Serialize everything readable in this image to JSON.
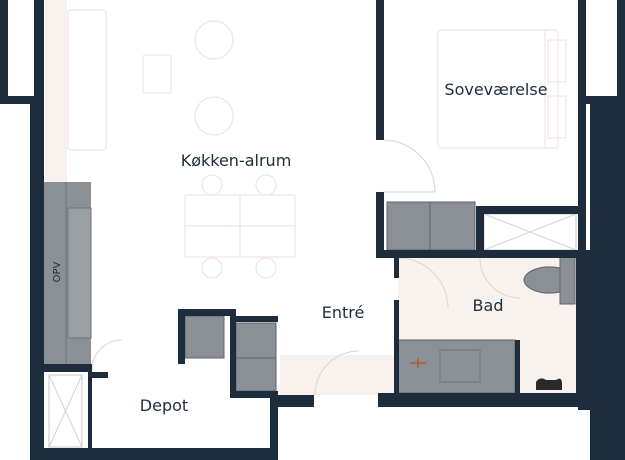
{
  "rooms": {
    "kitchen": "Køkken-alrum",
    "bedroom": "Soveværelse",
    "entrance": "Entré",
    "bathroom": "Bad",
    "storage": "Depot"
  },
  "labels": {
    "opv": "OPV"
  },
  "colors": {
    "wall": "#1e2d3d",
    "floor_light": "#f8f1ed",
    "fixture": "#8a9095",
    "fixture_edge": "#5d6468",
    "furniture_outline": "#efe6e2",
    "accent": "#b05a2a"
  }
}
